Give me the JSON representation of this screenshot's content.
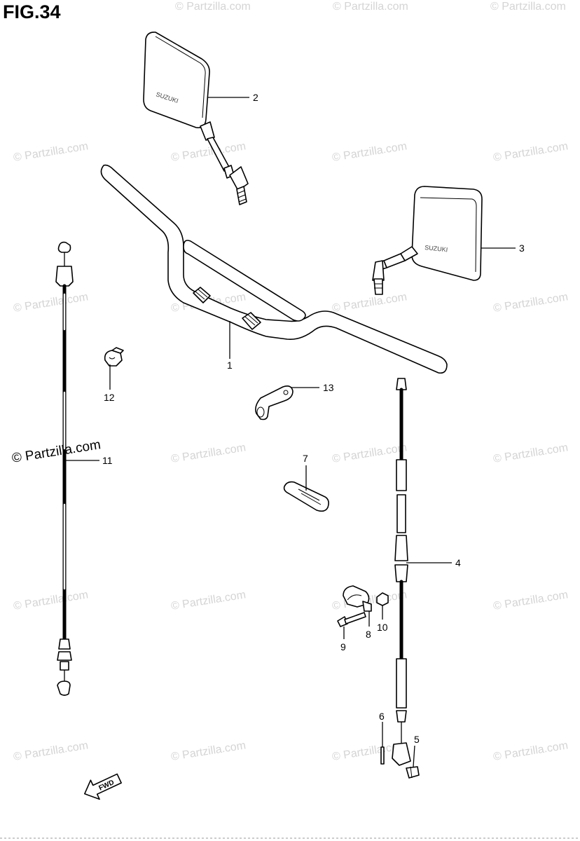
{
  "figure": {
    "title": "FIG.34"
  },
  "watermark": {
    "text": "© Partzilla.com"
  },
  "callouts": [
    {
      "id": "label-1",
      "label": "1"
    },
    {
      "id": "label-2",
      "label": "2"
    },
    {
      "id": "label-3",
      "label": "3"
    },
    {
      "id": "label-4",
      "label": "4"
    },
    {
      "id": "label-5",
      "label": "5"
    },
    {
      "id": "label-6",
      "label": "6"
    },
    {
      "id": "label-7",
      "label": "7"
    },
    {
      "id": "label-8",
      "label": "8"
    },
    {
      "id": "label-9",
      "label": "9"
    },
    {
      "id": "label-10",
      "label": "10"
    },
    {
      "id": "label-11",
      "label": "11"
    },
    {
      "id": "label-12",
      "label": "12"
    },
    {
      "id": "label-13",
      "label": "13"
    }
  ],
  "mirror_brand": "SUZUKI",
  "fwd_arrow": {
    "label": "FWD"
  }
}
